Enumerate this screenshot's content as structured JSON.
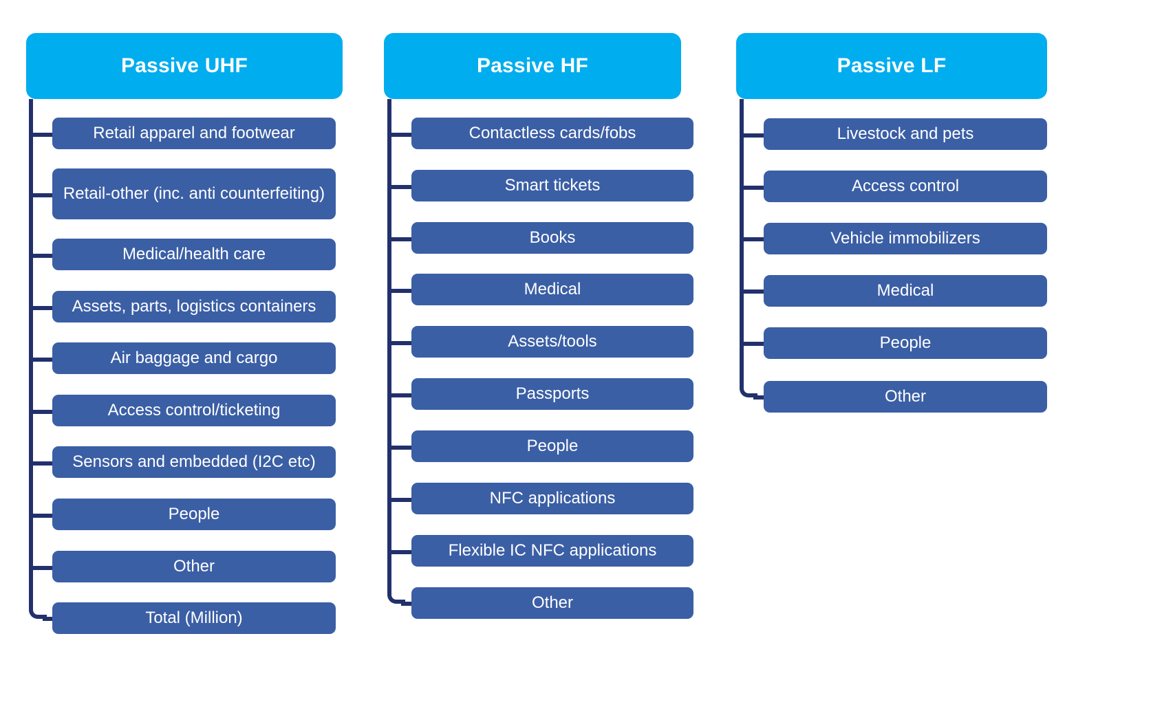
{
  "diagram": {
    "type": "tree",
    "title": "",
    "orientation": "three parallel vertical trees",
    "colors": {
      "header_fill": "#00ADEE",
      "node_fill": "#3B5FA5",
      "connector": "#22306B",
      "text": "#FFFFFF",
      "background": "#FFFFFF"
    }
  },
  "columns": [
    {
      "id": "passive-uhf",
      "header": "Passive UHF",
      "items": [
        "Retail apparel and footwear",
        "Retail-other (inc. anti counterfeiting)",
        "Medical/health care",
        "Assets, parts, logistics containers",
        "Air baggage and cargo",
        "Access control/ticketing",
        "Sensors and embedded (I2C etc)",
        "People",
        "Other",
        "Total (Million)"
      ]
    },
    {
      "id": "passive-hf",
      "header": "Passive HF",
      "items": [
        "Contactless cards/fobs",
        "Smart tickets",
        "Books",
        "Medical",
        "Assets/tools",
        "Passports",
        "People",
        "NFC applications",
        "Flexible IC NFC applications",
        "Other"
      ]
    },
    {
      "id": "passive-lf",
      "header": "Passive LF",
      "items": [
        "Livestock and pets",
        "Access control",
        "Vehicle immobilizers",
        "Medical",
        "People",
        "Other"
      ]
    }
  ]
}
